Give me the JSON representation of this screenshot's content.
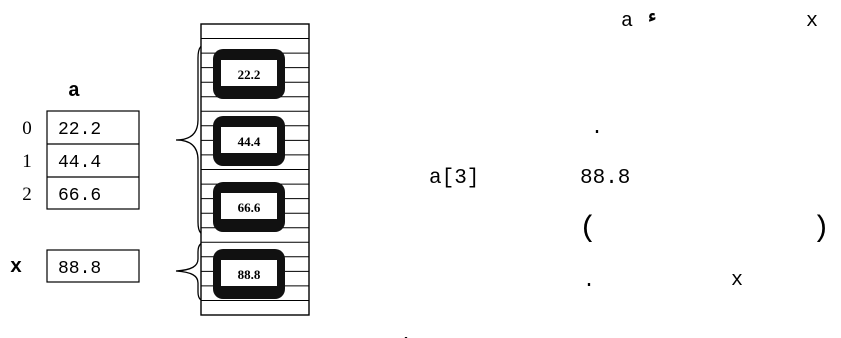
{
  "array": {
    "name": "a",
    "indices": [
      "0",
      "1",
      "2"
    ],
    "values": [
      "22.2",
      "44.4",
      "66.6"
    ]
  },
  "variable": {
    "name": "x",
    "value": "88.8"
  },
  "memory": {
    "cells": [
      "22.2",
      "44.4",
      "66.6",
      "88.8"
    ]
  },
  "text": {
    "line1": [
      "a",
      "ء",
      "x"
    ],
    "line2": ".",
    "line3": [
      "a[3]",
      "88.8"
    ],
    "line4": [
      "(",
      ")"
    ],
    "line5": [
      ".",
      "x"
    ],
    "footer_dot": "."
  }
}
